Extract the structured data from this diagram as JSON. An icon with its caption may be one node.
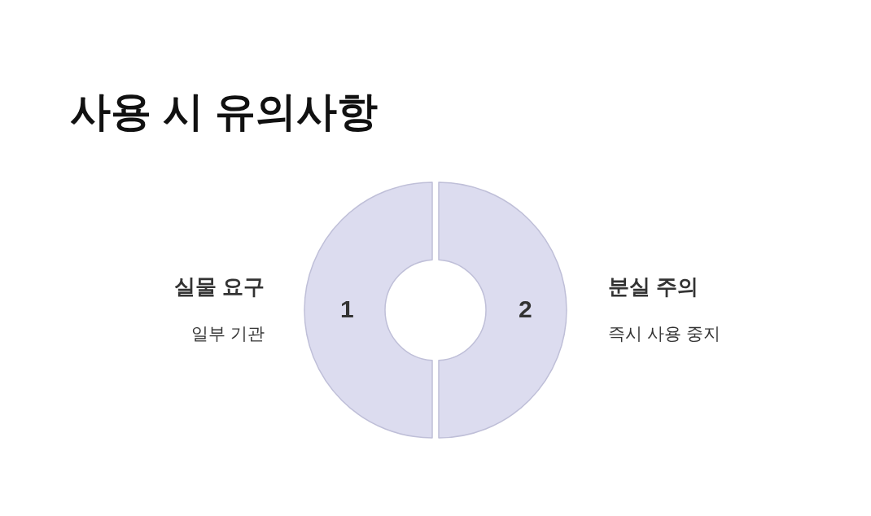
{
  "diagram": {
    "title": "사용 시 유의사항",
    "nodes": [
      {
        "text": [
          "1"
        ],
        "beside": [
          "실물 요구",
          "일부 기관"
        ]
      },
      {
        "text": [
          "2"
        ],
        "beside": [
          "분실 주의",
          "즉시 사용 중지"
        ]
      }
    ],
    "edges": []
  }
}
